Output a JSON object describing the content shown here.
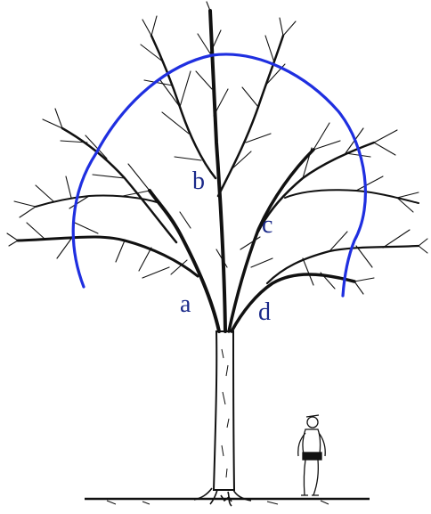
{
  "colors": {
    "crown_arc": "#1f2fe0",
    "labels": "#1b2a8a",
    "ink": "#111111",
    "background": "#ffffff"
  },
  "labels": {
    "a": "a",
    "b": "b",
    "c": "c",
    "d": "d"
  }
}
